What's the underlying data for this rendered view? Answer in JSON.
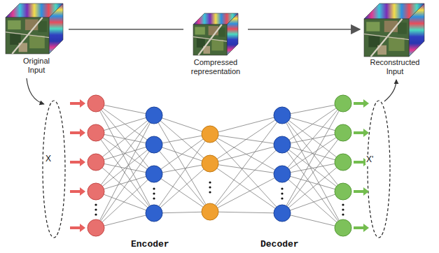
{
  "diagram": {
    "nodes": [
      {
        "text": [
          "Original Input"
        ]
      },
      {
        "text": [
          "Compressed representation"
        ]
      },
      {
        "text": [
          "Reconstructed Input"
        ]
      }
    ],
    "edges": [
      {
        "from": 0,
        "to": 1,
        "arrow": "none"
      },
      {
        "from": 1,
        "to": 2,
        "arrow": "to"
      }
    ],
    "labels": [
      "X",
      "X'",
      "Encoder",
      "Decoder"
    ]
  }
}
